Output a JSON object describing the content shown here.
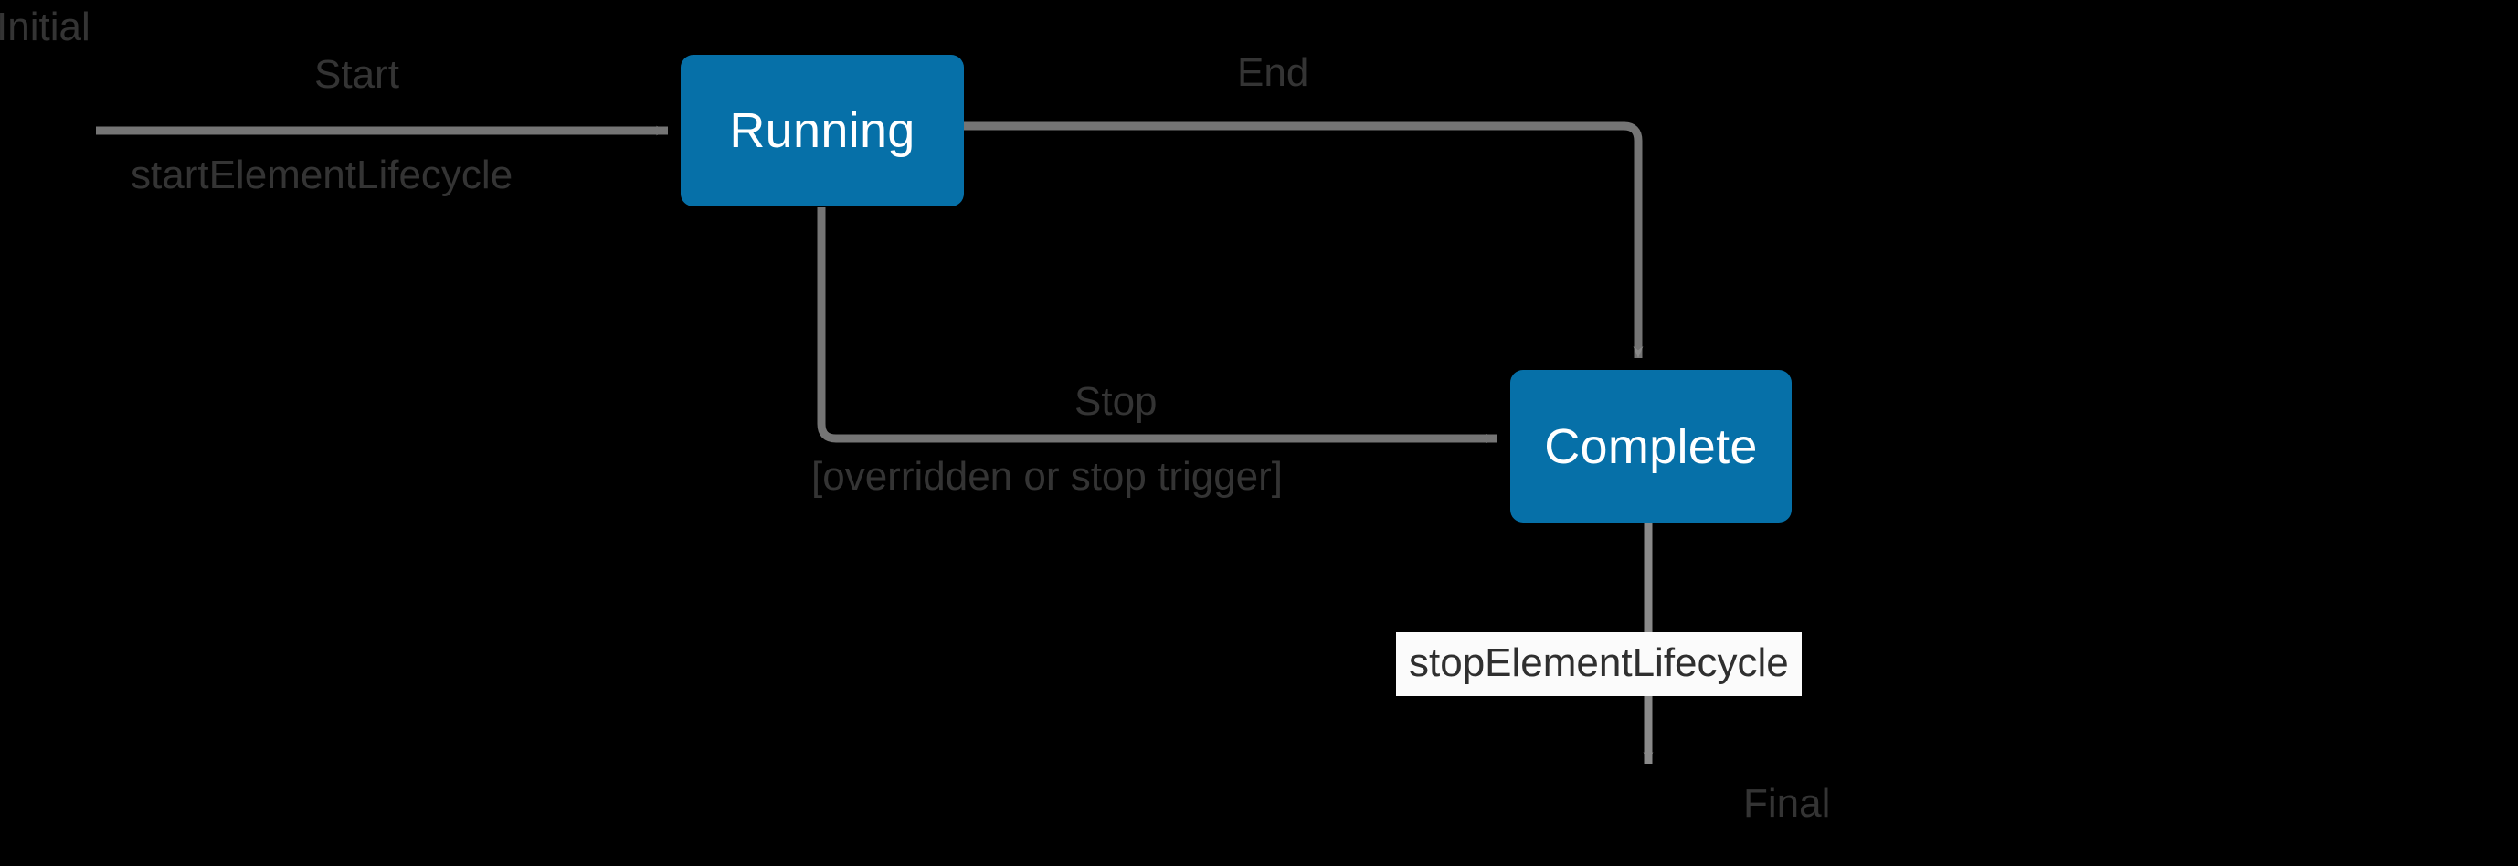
{
  "diagram": {
    "type": "state-machine",
    "background_color": "#000000",
    "node_fill_color": "#0670a8",
    "node_text_color": "#ffffff",
    "edge_color": "#757575",
    "label_text_color": "#343434",
    "label_box_background": "#fbfbfb",
    "label_box_text_color": "#2f2f2f"
  },
  "nodes": [
    {
      "id": "initial",
      "label": "Initial",
      "kind": "pseudo-state-initial"
    },
    {
      "id": "running",
      "label": "Running",
      "kind": "state"
    },
    {
      "id": "complete",
      "label": "Complete",
      "kind": "state"
    },
    {
      "id": "final",
      "label": "Final",
      "kind": "pseudo-state-final"
    }
  ],
  "edges": [
    {
      "id": "initial-to-running",
      "from": "initial",
      "to": "running",
      "trigger": "Start",
      "action": "startElementLifecycle",
      "guard": "",
      "action_boxed": false
    },
    {
      "id": "running-to-complete-end",
      "from": "running",
      "to": "complete",
      "trigger": "End",
      "action": "",
      "guard": "",
      "action_boxed": false
    },
    {
      "id": "running-to-complete-stop",
      "from": "running",
      "to": "complete",
      "trigger": "Stop",
      "action": "",
      "guard": "[overridden or stop trigger]",
      "action_boxed": false
    },
    {
      "id": "complete-to-final",
      "from": "complete",
      "to": "final",
      "trigger": "",
      "action": "stopElementLifecycle",
      "guard": "",
      "action_boxed": true
    }
  ]
}
